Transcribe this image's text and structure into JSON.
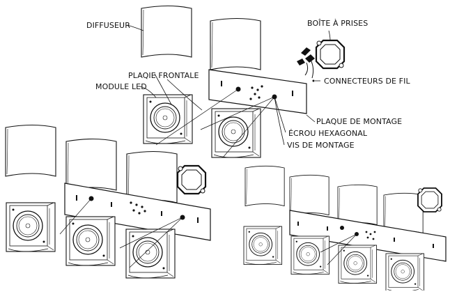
{
  "labels": {
    "diffuser": "DIFFUSEUR",
    "junction_box": "BOÎTE À PRISES",
    "front_plate": "PLAQIE FRONTALE",
    "led_module": "MODULE LED",
    "wire_connectors": "CONNECTEURS DE FIL",
    "mounting_plate": "PLAQUE DE MONTAGE",
    "hex_nut": "ÉCROU HEXAGONAL",
    "mounting_screws": "VIS DE MONTAGE"
  }
}
